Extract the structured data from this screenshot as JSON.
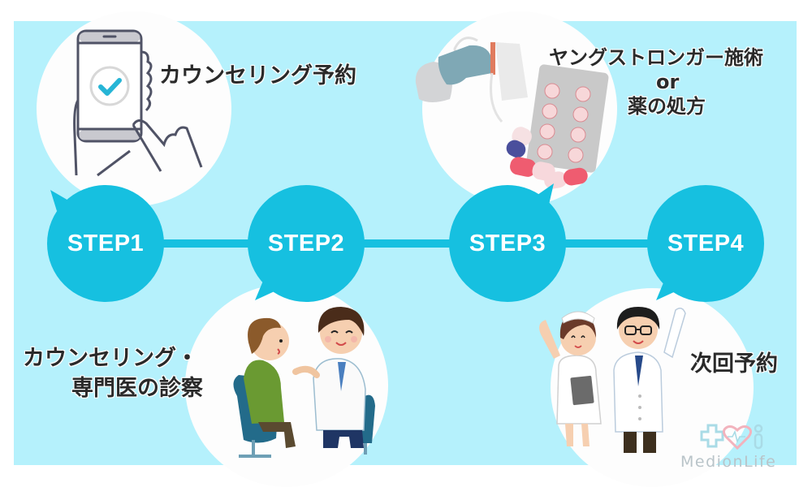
{
  "diagram": {
    "title": "Treatment flow",
    "steps": [
      {
        "label": "STEP1",
        "caption": "カウンセリング予約",
        "illustration": "smartphone-tap-checkmark-icon"
      },
      {
        "label": "STEP2",
        "caption_lines": [
          "カウンセリング・",
          "専門医の診察"
        ],
        "illustration": "doctor-patient-consultation-icon"
      },
      {
        "label": "STEP3",
        "caption_lines": [
          "ヤングストロンガー施術",
          "or",
          "薬の処方"
        ],
        "illustration": "medicine-pills-icon"
      },
      {
        "label": "STEP4",
        "caption": "次回予約",
        "illustration": "nurse-doctor-waving-icon"
      }
    ]
  },
  "brand": {
    "logo_text": "MedionLife",
    "logo_icon": "medical-cross-heart-logo-icon"
  },
  "colors": {
    "background": "#b5f1fc",
    "step_circle": "#16c0e0",
    "bubble": "#fdfdfd",
    "text": "#2a2a2a",
    "checkmark": "#26b5d6"
  }
}
